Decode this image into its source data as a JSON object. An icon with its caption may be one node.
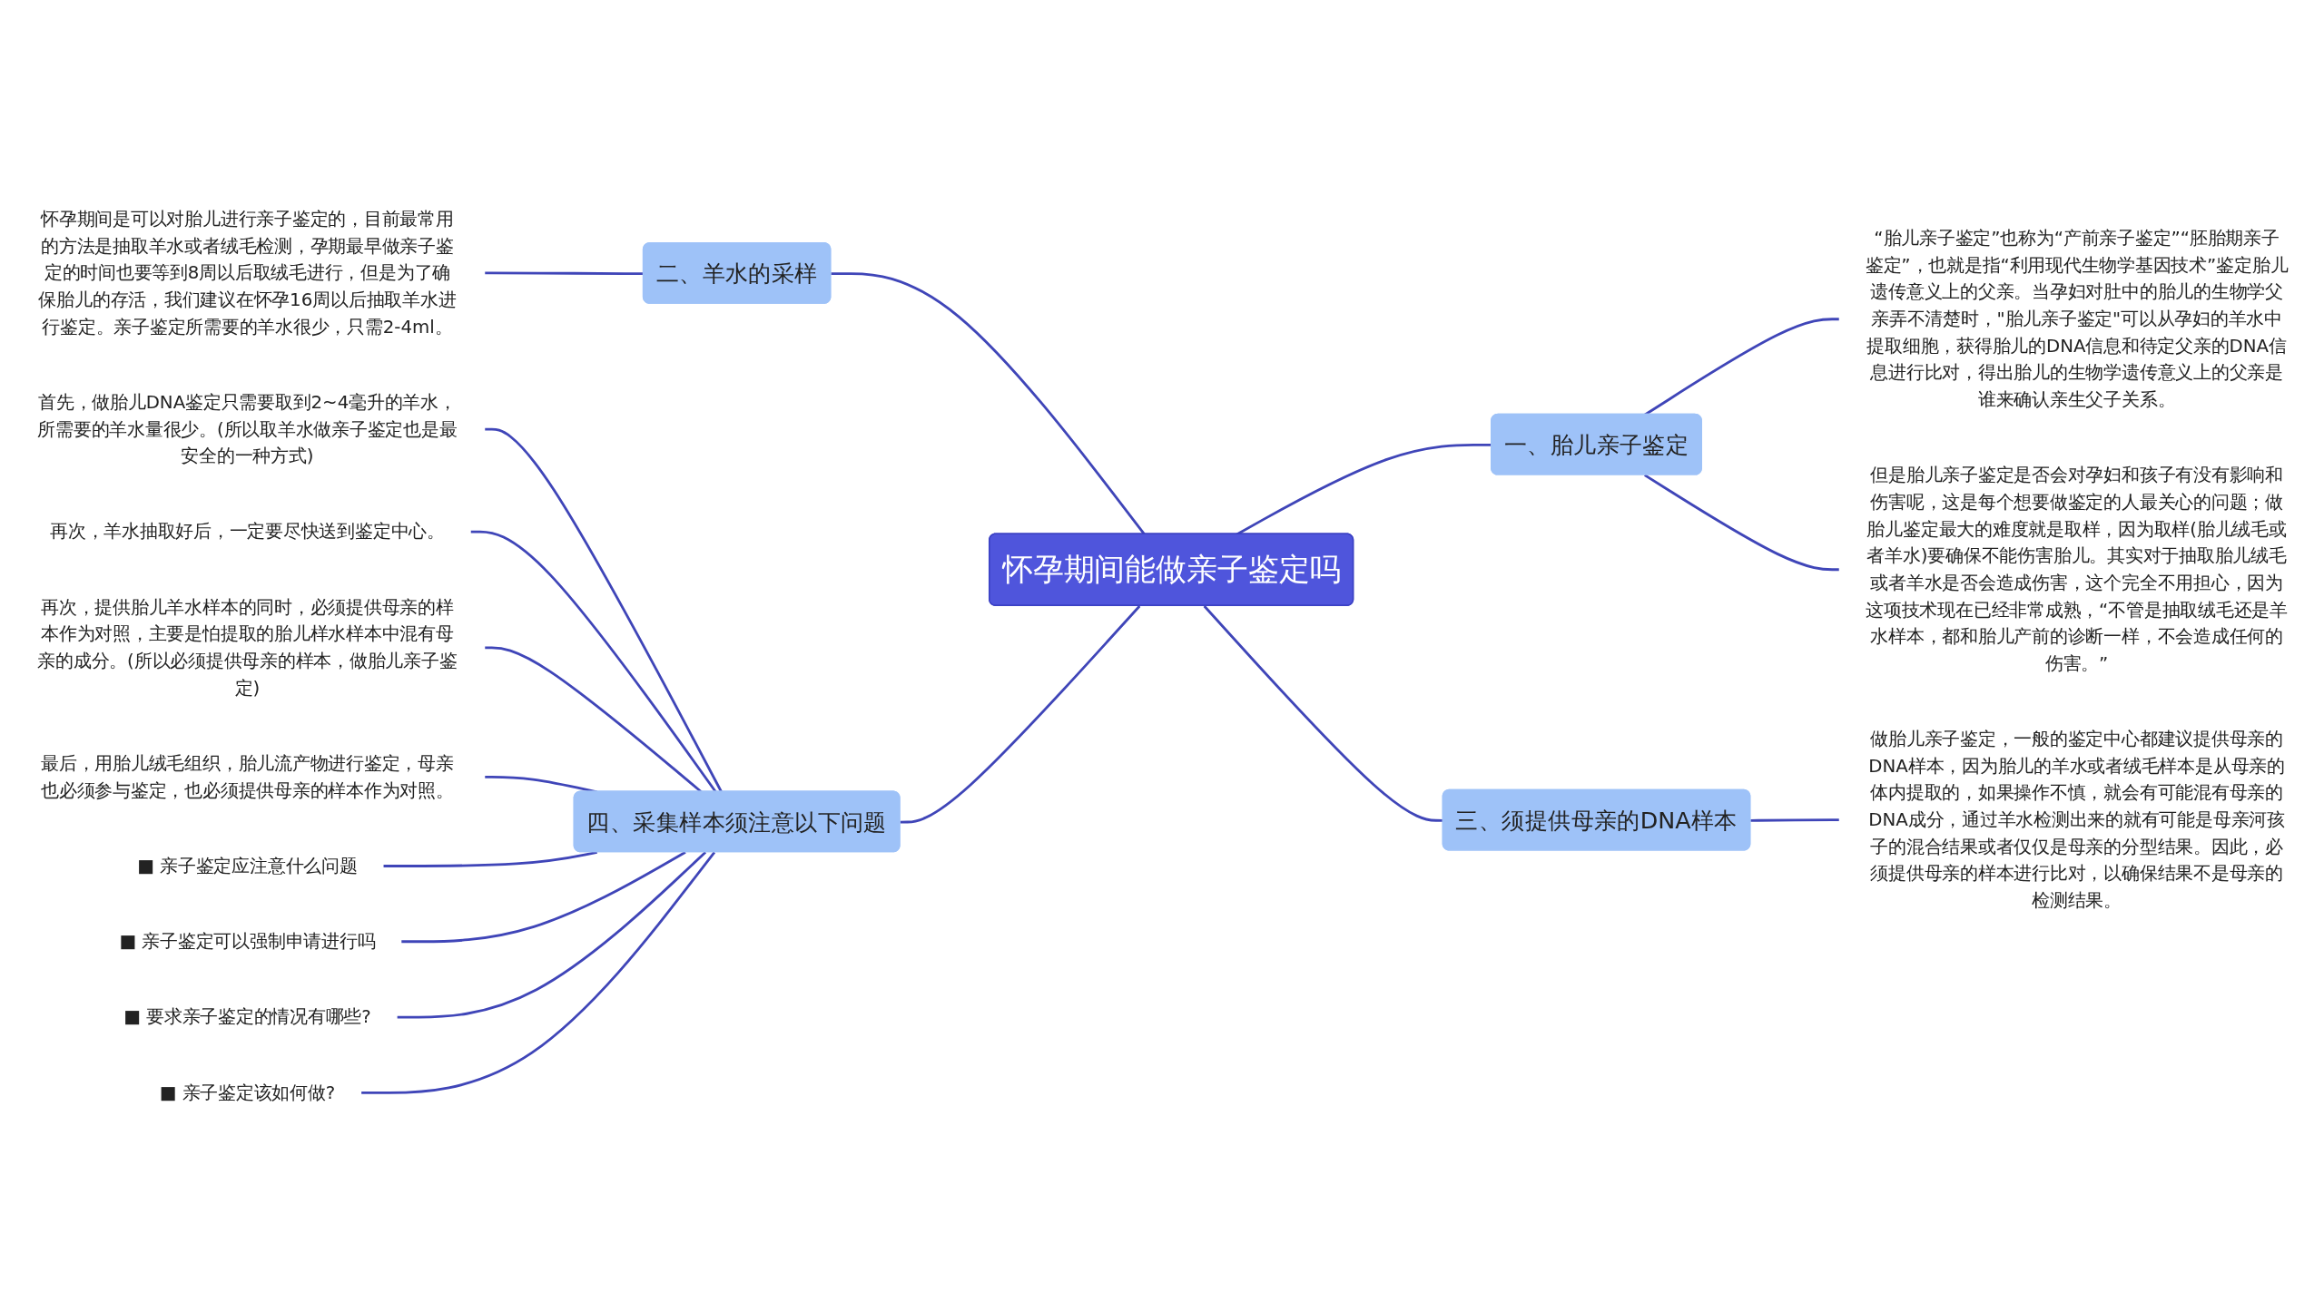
{
  "diagram": {
    "nodes": [
      {
        "text": [
          "怀孕期间能做亲子鉴定吗"
        ]
      },
      {
        "text": [
          "一、胎儿亲子鉴定"
        ]
      },
      {
        "text": [
          "“胎儿亲子鉴定”也称为“产前亲子鉴定”“胚胎期亲子鉴定”，也就是指“利用现代生物学基因技术”鉴定胎儿遗传意义上的父亲。当孕妇对肚中的胎儿的生物学父亲弄不清楚时，\"胎儿亲子鉴定\"可以从孕妇的羊水中提取细胞，获得胎儿的DNA信息和待定父亲的DNA信息进行比对，得出胎儿的生物学遗传意义上的父亲是谁来确认亲生父子关系。"
        ]
      },
      {
        "text": [
          "但是胎儿亲子鉴定是否会对孕妇和孩子有没有影响和伤害呢，这是每个想要做鉴定的人最关心的问题；做胎儿鉴定最大的难度就是取样，因为取样(胎儿绒毛或者羊水)要确保不能伤害胎儿。其实对于抽取胎儿绒毛或者羊水是否会造成伤害，这个完全不用担心，因为这项技术现在已经非常成熟，“不管是抽取绒毛还是羊水样本，都和胎儿产前的诊断一样，不会造成任何的伤害。”"
        ]
      },
      {
        "text": [
          "二、羊水的采样"
        ]
      },
      {
        "text": [
          "怀孕期间是可以对胎儿进行亲子鉴定的，目前最常用的方法是抽取羊水或者绒毛检测，孕期最早做亲子鉴定的时间也要等到8周以后取绒毛进行，但是为了确保胎儿的存活，我们建议在怀孕16周以后抽取羊水进行鉴定。亲子鉴定所需要的羊水很少，只需2-4ml。"
        ]
      },
      {
        "text": [
          "三、须提供母亲的DNA样本"
        ]
      },
      {
        "text": [
          "做胎儿亲子鉴定，一般的鉴定中心都建议提供母亲的DNA样本，因为胎儿的羊水或者绒毛样本是从母亲的体内提取的，如果操作不慎，就会有可能混有母亲的DNA成分，通过羊水检测出来的就有可能是母亲河孩子的混合结果或者仅仅是母亲的分型结果。因此，必须提供母亲的样本进行比对，以确保结果不是母亲的检测结果。"
        ]
      },
      {
        "text": [
          "四、采集样本须注意以下问题"
        ]
      },
      {
        "text": [
          "首先，做胎儿DNA鉴定只需要取到2~4毫升的羊水，所需要的羊水量很少。(所以取羊水做亲子鉴定也是最安全的一种方式)"
        ]
      },
      {
        "text": [
          "再次，羊水抽取好后，一定要尽快送到鉴定中心。"
        ]
      },
      {
        "text": [
          "再次，提供胎儿羊水样本的同时，必须提供母亲的样本作为对照，主要是怕提取的胎儿样水样本中混有母亲的成分。(所以必须提供母亲的样本，做胎儿亲子鉴定)"
        ]
      },
      {
        "text": [
          "最后，用胎儿绒毛组织，胎儿流产物进行鉴定，母亲也必须参与鉴定，也必须提供母亲的样本作为对照。"
        ]
      },
      {
        "text": [
          "■ 亲子鉴定应注意什么问题"
        ]
      },
      {
        "text": [
          "■ 亲子鉴定可以强制申请进行吗"
        ]
      },
      {
        "text": [
          "■ 要求亲子鉴定的情况有哪些?"
        ]
      },
      {
        "text": [
          "■ 亲子鉴定该如何做?"
        ]
      }
    ],
    "edges": [
      {
        "from": 0,
        "to": 1,
        "arrow": "none"
      },
      {
        "from": 1,
        "to": 2,
        "arrow": "none"
      },
      {
        "from": 1,
        "to": 3,
        "arrow": "none"
      },
      {
        "from": 0,
        "to": 4,
        "arrow": "none"
      },
      {
        "from": 4,
        "to": 5,
        "arrow": "none"
      },
      {
        "from": 0,
        "to": 6,
        "arrow": "none"
      },
      {
        "from": 6,
        "to": 7,
        "arrow": "none"
      },
      {
        "from": 0,
        "to": 8,
        "arrow": "none"
      },
      {
        "from": 8,
        "to": 9,
        "arrow": "none"
      },
      {
        "from": 8,
        "to": 10,
        "arrow": "none"
      },
      {
        "from": 8,
        "to": 11,
        "arrow": "none"
      },
      {
        "from": 8,
        "to": 12,
        "arrow": "none"
      },
      {
        "from": 8,
        "to": 13,
        "arrow": "none"
      },
      {
        "from": 8,
        "to": 14,
        "arrow": "none"
      },
      {
        "from": 8,
        "to": 15,
        "arrow": "none"
      },
      {
        "from": 8,
        "to": 16,
        "arrow": "none"
      }
    ]
  }
}
